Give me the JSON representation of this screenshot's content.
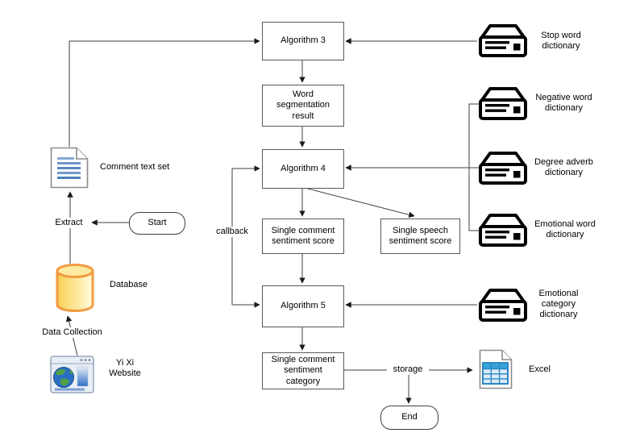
{
  "process": {
    "algorithm3": {
      "label": "Algorithm 3"
    },
    "word_segmentation_result": {
      "label": "Word\nsegmentation\nresult"
    },
    "algorithm4": {
      "label": "Algorithm 4"
    },
    "single_comment_sentiment_score": {
      "label": "Single comment\nsentiment score"
    },
    "single_speech_sentiment_score": {
      "label": "Single speech\nsentiment score"
    },
    "algorithm5": {
      "label": "Algorithm 5"
    },
    "single_comment_sentiment_category": {
      "label": "Single comment\nsentiment\ncategory"
    }
  },
  "terminators": {
    "start": {
      "label": "Start"
    },
    "end": {
      "label": "End"
    }
  },
  "sources": {
    "comment_text_set": {
      "label": "Comment text set",
      "icon": "document-icon"
    },
    "database": {
      "label": "Database",
      "icon": "database-icon"
    },
    "website": {
      "label": "Yi Xi\nWebsite",
      "icon": "browser-globe-icon"
    },
    "excel": {
      "label": "Excel",
      "icon": "excel-file-icon"
    }
  },
  "dictionaries": {
    "stop_word": {
      "label": "Stop word\ndictionary",
      "icon": "server-icon"
    },
    "negative_word": {
      "label": "Negative word\ndictionary",
      "icon": "server-icon"
    },
    "degree_adverb": {
      "label": "Degree adverb\ndictionary",
      "icon": "server-icon"
    },
    "emotional_word": {
      "label": "Emotional word\ndictionary",
      "icon": "server-icon"
    },
    "emotional_category": {
      "label": "Emotional\ncategory\ndictionary",
      "icon": "server-icon"
    }
  },
  "edge_labels": {
    "extract": "Extract",
    "data_collection": "Data Collection",
    "callback": "callback",
    "storage": "storage"
  },
  "colors": {
    "connector_line": "#3f3f3f",
    "box_border": "#595959",
    "database_stroke": "#f29b40",
    "database_fill": "#f9d154",
    "document_line_blue": "#4f81bd",
    "excel_grid_blue": "#2e86c1",
    "excel_header_blue": "#35a3d9",
    "globe_ocean_blue": "#2a6fc2",
    "globe_land_green": "#53a045"
  }
}
